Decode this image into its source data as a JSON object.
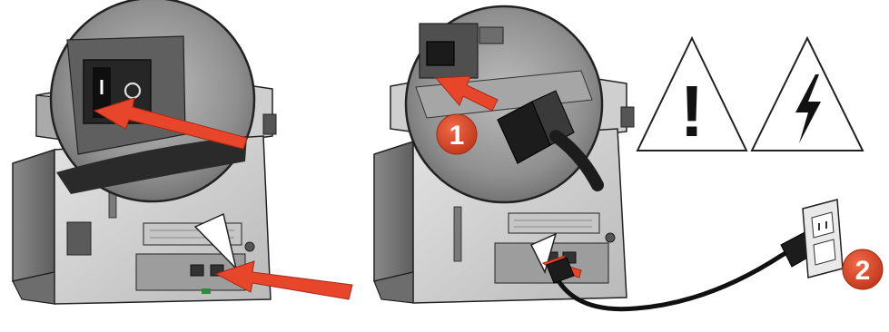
{
  "figure": {
    "panels": [
      {
        "id": "power-switch",
        "description_name": "printer-back-with-power-switch-callout"
      },
      {
        "id": "power-cord",
        "description_name": "printer-back-with-power-cord-connection"
      }
    ],
    "steps": [
      {
        "label": "1",
        "target": "printer-power-port"
      },
      {
        "label": "2",
        "target": "wall-outlet"
      }
    ],
    "warnings": [
      {
        "icon": "exclamation-warning-icon",
        "glyph": "!"
      },
      {
        "icon": "electrical-hazard-icon",
        "glyph": "lightning"
      }
    ],
    "colors": {
      "accent": "#e8462a",
      "badge": "#d8401f",
      "printer_light": "#d9d9d9",
      "printer_mid": "#9c9c9c",
      "printer_dark": "#3a3a3a",
      "outline": "#222222"
    }
  }
}
